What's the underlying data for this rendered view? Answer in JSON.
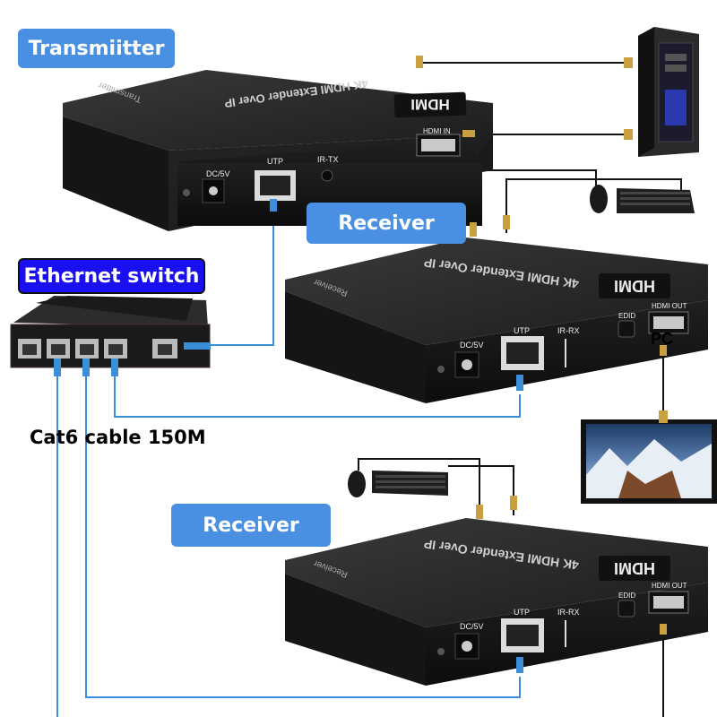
{
  "labels": {
    "transmitter": "Transmiitter",
    "receiver_1": "Receiver",
    "receiver_2": "Receiver",
    "switch": "Ethernet switch",
    "cable": "Cat6 cable 150M",
    "pc": "PC"
  },
  "transmitter_device": {
    "top_text": "4K HDMI Extender Over IP",
    "side_text": "Transmitter",
    "ports": [
      "DC/5V",
      "UTP",
      "IR-TX",
      "HDMI IN"
    ]
  },
  "receiver_device": {
    "top_text": "4K HDMI Extender Over IP",
    "side_text": "Receiver",
    "ports": [
      "DC/5V",
      "UTP",
      "IR-RX",
      "EDID",
      "HDMI OUT"
    ]
  },
  "colors": {
    "badge": "#4a90e2",
    "switch_badge": "#1a0ff0",
    "device_body": "#2a2a2a",
    "network_cable": "#3b8fd9"
  }
}
